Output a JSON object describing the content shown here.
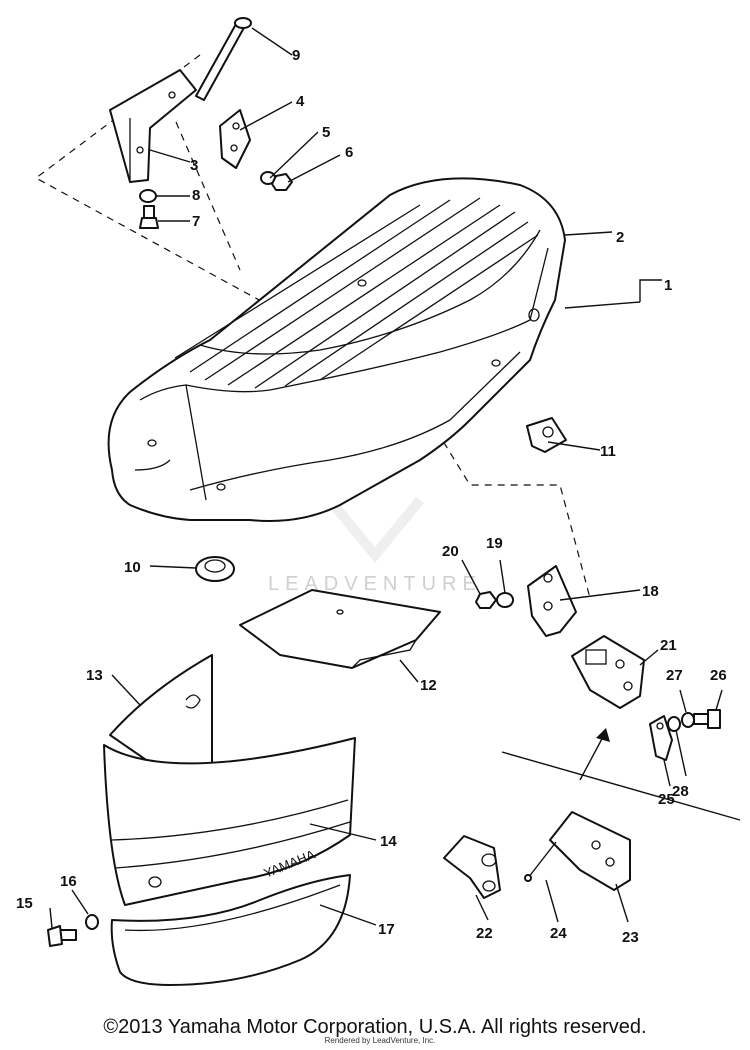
{
  "diagram": {
    "part_labels": [
      "1",
      "2",
      "3",
      "4",
      "5",
      "6",
      "7",
      "8",
      "9",
      "10",
      "11",
      "12",
      "13",
      "14",
      "15",
      "16",
      "17",
      "18",
      "19",
      "20",
      "21",
      "22",
      "23",
      "24",
      "25",
      "26",
      "27",
      "28"
    ],
    "cover_brand_text": "YAMAHA",
    "watermark": "LEADVENTURE"
  },
  "footer": {
    "copyright": "©2013 Yamaha Motor Corporation, U.S.A. All rights reserved.",
    "credit": "Rendered by LeadVenture, Inc."
  }
}
